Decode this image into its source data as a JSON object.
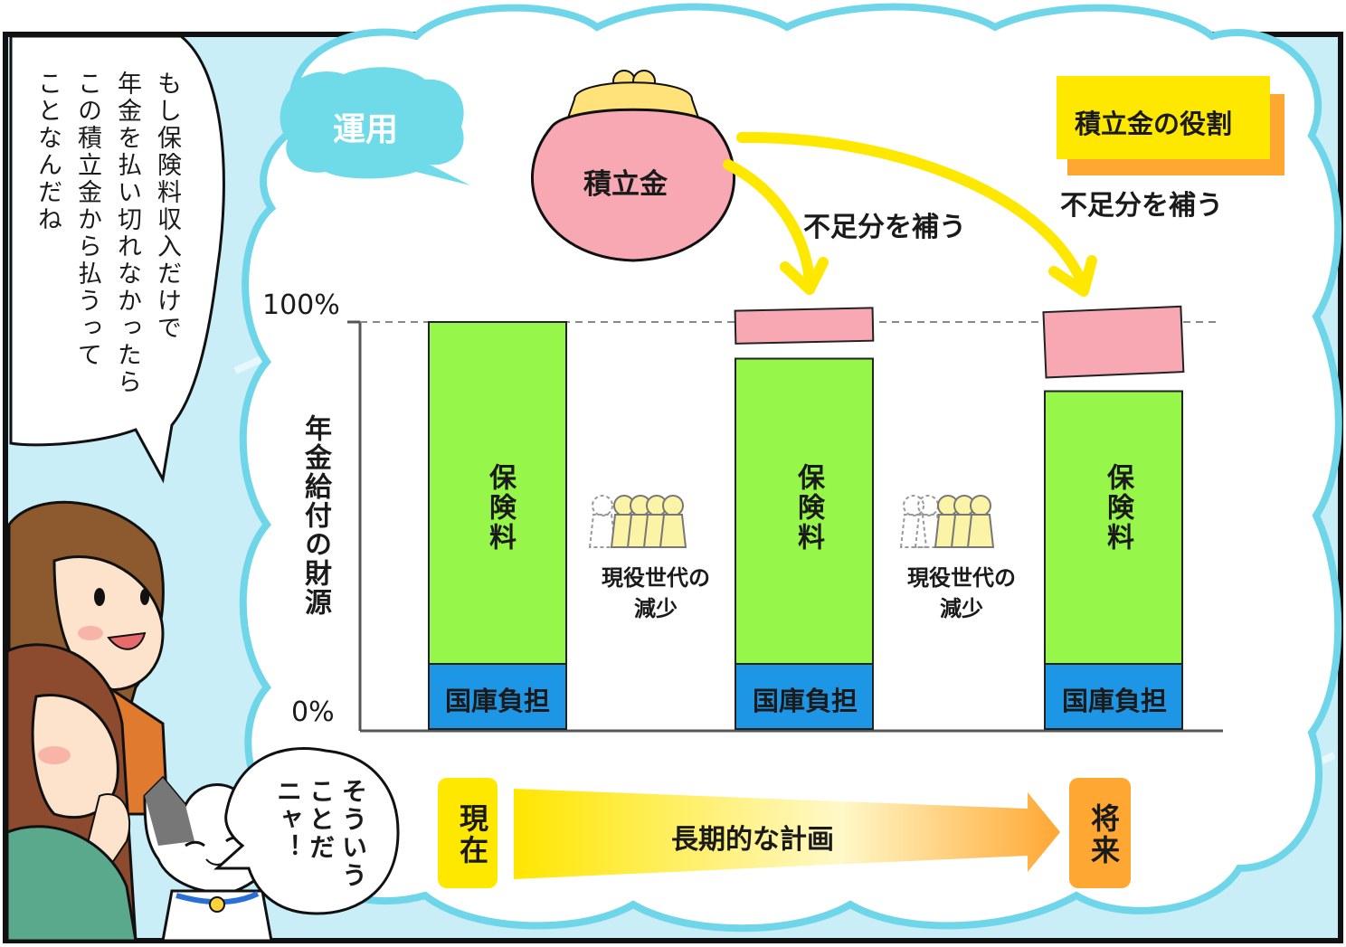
{
  "speech_left": {
    "lines": [
      "もし保険料収入だけで",
      "年金を払い切れなかったら",
      "この積立金から払うって",
      "ことなんだね"
    ]
  },
  "speech_cat": {
    "lines": [
      "そういう",
      "ことだ",
      "ニャ！"
    ]
  },
  "badge_unyo": "運用",
  "purse_label": "積立金",
  "role_title": "積立金の役割",
  "role_subtitle": "不足分を補う",
  "arrow_label": "不足分を補う",
  "y_axis": {
    "label": "年金給付の財源",
    "top_tick": "100%",
    "bottom_tick": "0%"
  },
  "bars": [
    {
      "segments": [
        {
          "label": "国庫負担",
          "share": 0.16
        },
        {
          "label": "保険料",
          "share": 0.84
        }
      ]
    },
    {
      "segments": [
        {
          "label": "国庫負担",
          "share": 0.16
        },
        {
          "label": "保険料",
          "share": 0.75
        },
        {
          "label": "",
          "share": 0.09
        }
      ]
    },
    {
      "segments": [
        {
          "label": "国庫負担",
          "share": 0.16
        },
        {
          "label": "保険料",
          "share": 0.67
        },
        {
          "label": "",
          "share": 0.17
        }
      ]
    }
  ],
  "decline_label": {
    "line1": "現役世代の",
    "line2": "減少"
  },
  "timeline": {
    "start": "現在",
    "middle": "長期的な計画",
    "end": "将来"
  },
  "colors": {
    "sky": "#c9eef7",
    "cloud_outline": "#6fd6ea",
    "badge": "#6fdbe9",
    "insurance": "#97f64a",
    "national": "#1e96e6",
    "reserve": "#f7a8b2",
    "yellow": "#ffe800",
    "orange": "#ffa733",
    "people": "#fbf3a6"
  }
}
